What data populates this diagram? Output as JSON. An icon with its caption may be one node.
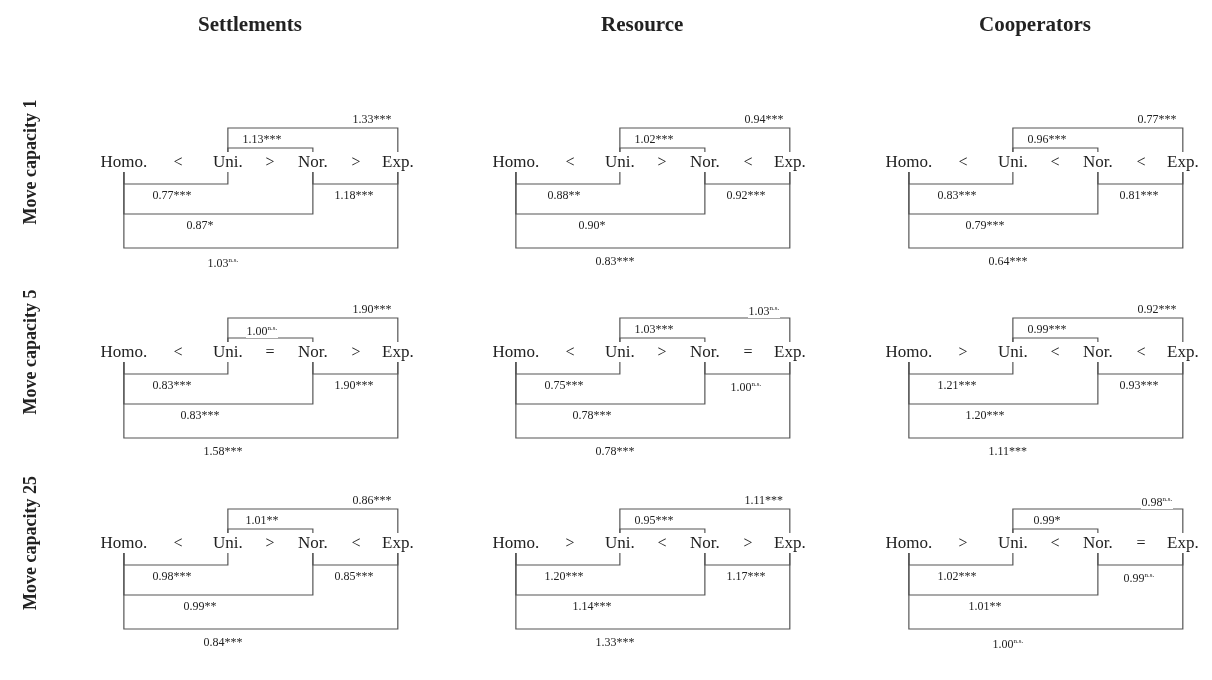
{
  "diagram": {
    "nodes": [
      {
        "text": [
          "Homo."
        ]
      },
      {
        "text": [
          "Uni."
        ]
      },
      {
        "text": [
          "Nor."
        ]
      },
      {
        "text": [
          "Exp."
        ]
      },
      {
        "text": [
          "Homo."
        ]
      },
      {
        "text": [
          "Uni."
        ]
      },
      {
        "text": [
          "Nor."
        ]
      },
      {
        "text": [
          "Exp."
        ]
      },
      {
        "text": [
          "Homo."
        ]
      },
      {
        "text": [
          "Uni."
        ]
      },
      {
        "text": [
          "Nor."
        ]
      },
      {
        "text": [
          "Exp."
        ]
      },
      {
        "text": [
          "Homo."
        ]
      },
      {
        "text": [
          "Uni."
        ]
      },
      {
        "text": [
          "Nor."
        ]
      },
      {
        "text": [
          "Exp."
        ]
      },
      {
        "text": [
          "Homo."
        ]
      },
      {
        "text": [
          "Uni."
        ]
      },
      {
        "text": [
          "Nor."
        ]
      },
      {
        "text": [
          "Exp."
        ]
      },
      {
        "text": [
          "Homo."
        ]
      },
      {
        "text": [
          "Uni."
        ]
      },
      {
        "text": [
          "Nor."
        ]
      },
      {
        "text": [
          "Exp."
        ]
      },
      {
        "text": [
          "Homo."
        ]
      },
      {
        "text": [
          "Uni."
        ]
      },
      {
        "text": [
          "Nor."
        ]
      },
      {
        "text": [
          "Exp."
        ]
      },
      {
        "text": [
          "Homo."
        ]
      },
      {
        "text": [
          "Uni."
        ]
      },
      {
        "text": [
          "Nor."
        ]
      },
      {
        "text": [
          "Exp."
        ]
      },
      {
        "text": [
          "Homo."
        ]
      },
      {
        "text": [
          "Uni."
        ]
      },
      {
        "text": [
          "Nor."
        ]
      },
      {
        "text": [
          "Exp."
        ]
      }
    ],
    "edges": [
      {
        "from": 1,
        "to": 3,
        "arrow": "none",
        "label": "1.33***"
      },
      {
        "from": 1,
        "to": 2,
        "arrow": "none",
        "label": "1.13***"
      },
      {
        "from": 0,
        "to": 1,
        "arrow": "none",
        "label": "0.77***"
      },
      {
        "from": 2,
        "to": 3,
        "arrow": "none",
        "label": "1.18***"
      },
      {
        "from": 0,
        "to": 2,
        "arrow": "none",
        "label": "0.87*"
      },
      {
        "from": 0,
        "to": 3,
        "arrow": "none",
        "label": "1.03$^{n.s.}$"
      },
      {
        "from": 5,
        "to": 7,
        "arrow": "none",
        "label": "0.94***"
      },
      {
        "from": 5,
        "to": 6,
        "arrow": "none",
        "label": "1.02***"
      },
      {
        "from": 4,
        "to": 5,
        "arrow": "none",
        "label": "0.88**"
      },
      {
        "from": 6,
        "to": 7,
        "arrow": "none",
        "label": "0.92***"
      },
      {
        "from": 4,
        "to": 6,
        "arrow": "none",
        "label": "0.90*"
      },
      {
        "from": 4,
        "to": 7,
        "arrow": "none",
        "label": "0.83***"
      },
      {
        "from": 9,
        "to": 11,
        "arrow": "none",
        "label": "0.77***"
      },
      {
        "from": 9,
        "to": 10,
        "arrow": "none",
        "label": "0.96***"
      },
      {
        "from": 8,
        "to": 9,
        "arrow": "none",
        "label": "0.83***"
      },
      {
        "from": 10,
        "to": 11,
        "arrow": "none",
        "label": "0.81***"
      },
      {
        "from": 8,
        "to": 10,
        "arrow": "none",
        "label": "0.79***"
      },
      {
        "from": 8,
        "to": 11,
        "arrow": "none",
        "label": "0.64***"
      },
      {
        "from": 13,
        "to": 15,
        "arrow": "none",
        "label": "1.90***"
      },
      {
        "from": 13,
        "to": 14,
        "arrow": "none",
        "label": "1.00$^{n.s.}$"
      },
      {
        "from": 12,
        "to": 13,
        "arrow": "none",
        "label": "0.83***"
      },
      {
        "from": 14,
        "to": 15,
        "arrow": "none",
        "label": "1.90***"
      },
      {
        "from": 12,
        "to": 14,
        "arrow": "none",
        "label": "0.83***"
      },
      {
        "from": 12,
        "to": 15,
        "arrow": "none",
        "label": "1.58***"
      },
      {
        "from": 17,
        "to": 19,
        "arrow": "none",
        "label": "1.03$^{n.s.}$"
      },
      {
        "from": 17,
        "to": 18,
        "arrow": "none",
        "label": "1.03***"
      },
      {
        "from": 16,
        "to": 17,
        "arrow": "none",
        "label": "0.75***"
      },
      {
        "from": 18,
        "to": 19,
        "arrow": "none",
        "label": "1.00$^{n.s.}$"
      },
      {
        "from": 16,
        "to": 18,
        "arrow": "none",
        "label": "0.78***"
      },
      {
        "from": 16,
        "to": 19,
        "arrow": "none",
        "label": "0.78***"
      },
      {
        "from": 21,
        "to": 23,
        "arrow": "none",
        "label": "0.92***"
      },
      {
        "from": 21,
        "to": 22,
        "arrow": "none",
        "label": "0.99***"
      },
      {
        "from": 20,
        "to": 21,
        "arrow": "none",
        "label": "1.21***"
      },
      {
        "from": 22,
        "to": 23,
        "arrow": "none",
        "label": "0.93***"
      },
      {
        "from": 20,
        "to": 22,
        "arrow": "none",
        "label": "1.20***"
      },
      {
        "from": 20,
        "to": 23,
        "arrow": "none",
        "label": "1.11***"
      },
      {
        "from": 25,
        "to": 27,
        "arrow": "none",
        "label": "0.86***"
      },
      {
        "from": 25,
        "to": 26,
        "arrow": "none",
        "label": "1.01**"
      },
      {
        "from": 24,
        "to": 25,
        "arrow": "none",
        "label": "0.98***"
      },
      {
        "from": 26,
        "to": 27,
        "arrow": "none",
        "label": "0.85***"
      },
      {
        "from": 24,
        "to": 26,
        "arrow": "none",
        "label": "0.99**"
      },
      {
        "from": 24,
        "to": 27,
        "arrow": "none",
        "label": "0.84***"
      },
      {
        "from": 29,
        "to": 31,
        "arrow": "none",
        "label": "1.11***"
      },
      {
        "from": 29,
        "to": 30,
        "arrow": "none",
        "label": "0.95***"
      },
      {
        "from": 28,
        "to": 29,
        "arrow": "none",
        "label": "1.20***"
      },
      {
        "from": 30,
        "to": 31,
        "arrow": "none",
        "label": "1.17***"
      },
      {
        "from": 28,
        "to": 30,
        "arrow": "none",
        "label": "1.14***"
      },
      {
        "from": 28,
        "to": 31,
        "arrow": "none",
        "label": "1.33***"
      },
      {
        "from": 33,
        "to": 35,
        "arrow": "none",
        "label": "0.98$^{n.s.}$"
      },
      {
        "from": 33,
        "to": 34,
        "arrow": "none",
        "label": "0.99*"
      },
      {
        "from": 32,
        "to": 33,
        "arrow": "none",
        "label": "1.02***"
      },
      {
        "from": 34,
        "to": 35,
        "arrow": "none",
        "label": "0.99$^{n.s.}$"
      },
      {
        "from": 32,
        "to": 34,
        "arrow": "none",
        "label": "1.01**"
      },
      {
        "from": 32,
        "to": 35,
        "arrow": "none",
        "label": "1.00$^{n.s.}$"
      }
    ],
    "labels": [
      "Settlements",
      "Resource",
      "Cooperators",
      "Move capacity 1",
      "Move capacity 5",
      "Move capacity 25",
      "<",
      ">",
      ">",
      "<",
      ">",
      "<",
      "<",
      "<",
      "<",
      "<",
      "=",
      ">",
      "<",
      ">",
      "=",
      ">",
      "<",
      "<",
      "<",
      ">",
      "<",
      ">",
      "<",
      ">",
      ">",
      "<",
      "="
    ]
  }
}
